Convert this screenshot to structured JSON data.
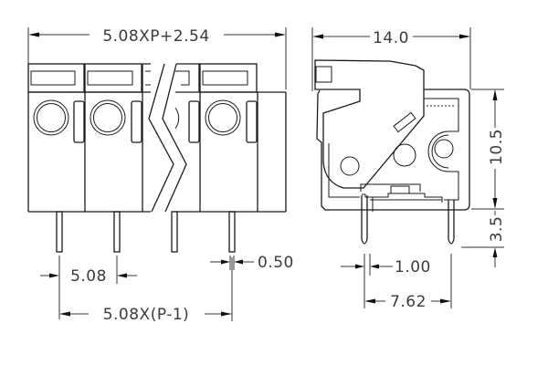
{
  "drawing": {
    "type": "pcb-terminal-block-mechanical-drawing",
    "line_color": "#1a1a1a",
    "background": "#ffffff"
  },
  "front_view": {
    "overall_width": "5.08XP+2.54",
    "pitch": "5.08",
    "pin_span": "5.08X(P-1)",
    "pin_width": "0.50",
    "visible_poles": 4,
    "has_break_symbol": true
  },
  "side_view": {
    "depth": "14.0",
    "body_height": "10.5",
    "pin_length": "3.5",
    "pin_thickness": "1.00",
    "pin_row_spacing": "7.62"
  }
}
